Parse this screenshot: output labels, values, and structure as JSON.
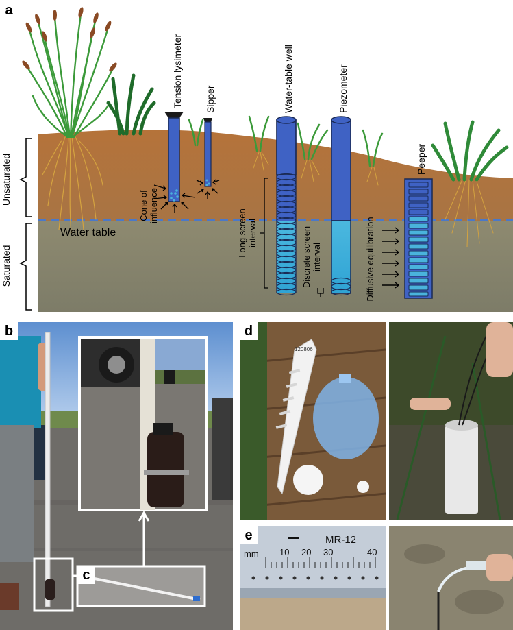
{
  "panel_a": {
    "letter": "a",
    "labels": {
      "unsaturated": "Unsaturated",
      "saturated": "Saturated",
      "water_table": "Water table",
      "tension_lysimeter": "Tension lysimeter",
      "sipper": "Sipper",
      "cone_line1": "Cone of",
      "cone_line2": "influence",
      "water_table_well": "Water-table well",
      "piezometer": "Piezometer",
      "long_line1": "Long screen",
      "long_line2": "interval",
      "discrete_line1": "Discrete screen",
      "discrete_line2": "interval",
      "diffusive": "Diffusive equilibration",
      "peeper": "Peeper"
    },
    "colors": {
      "soil": "#b97a3f",
      "saturated_zone": "#8c876b",
      "instrument_blue": "#3f62c4",
      "water_blue": "#4ab3dc",
      "water_table_dash": "#4a78c8",
      "grass": "#2f7d32"
    }
  },
  "panel_b": {
    "letter": "b"
  },
  "panel_c": {
    "letter": "c"
  },
  "panel_d": {
    "letter": "d",
    "peeper_tag": "120806"
  },
  "panel_e": {
    "letter": "e",
    "ruler_label": "MR-12",
    "ruler_unit": "mm",
    "ruler_ticks": [
      "10",
      "20",
      "30",
      "40"
    ]
  }
}
